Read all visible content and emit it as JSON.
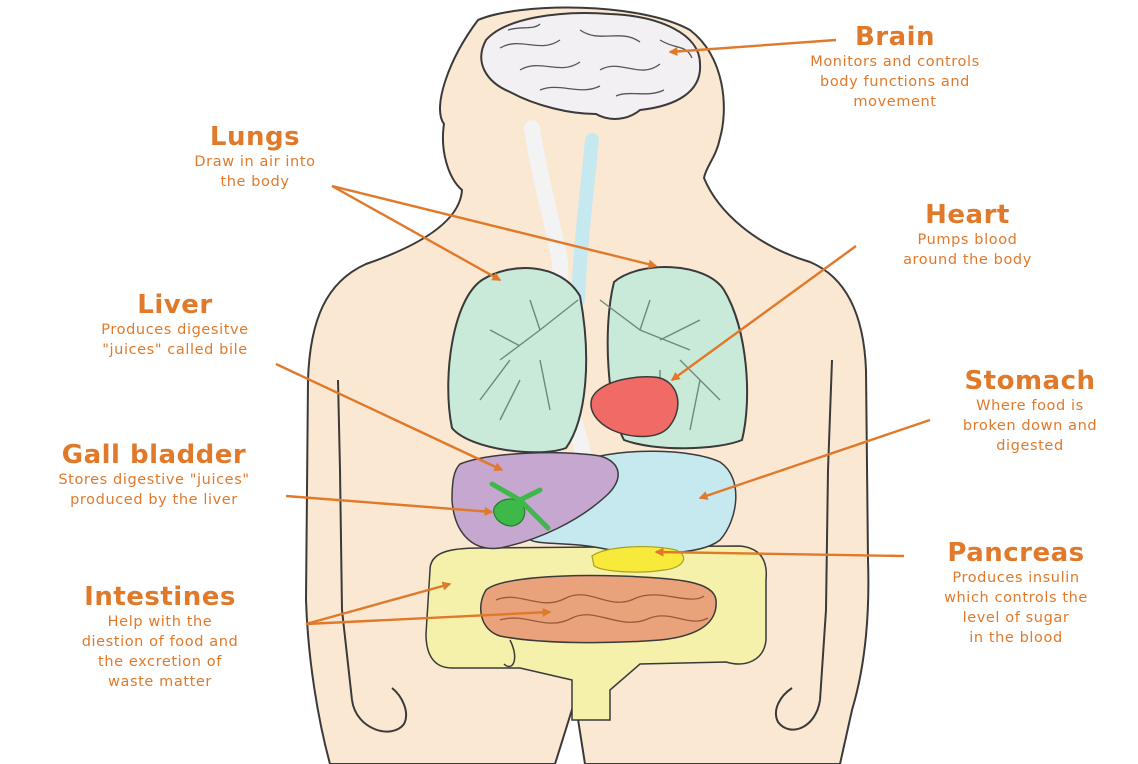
{
  "colors": {
    "label": "#e0792a",
    "arrow": "#e0792a",
    "skin": "#fbe8d2",
    "outline": "#3a3a3a",
    "brain": "#f3f0f3",
    "lungs": "#c9ead9",
    "heart": "#f06a66",
    "liver": "#c5a7d0",
    "stomach": "#c6e9f0",
    "gall_bladder": "#3fb84a",
    "pancreas": "#f7ea3a",
    "large_intestine": "#f5f1ab",
    "small_intestine": "#e9a27a",
    "trachea": "#c6e9f0"
  },
  "labels": {
    "brain": {
      "title": "Brain",
      "desc": [
        "Monitors and controls",
        "body functions and",
        "movement"
      ]
    },
    "lungs": {
      "title": "Lungs",
      "desc": [
        "Draw in air into",
        "the body"
      ]
    },
    "heart": {
      "title": "Heart",
      "desc": [
        "Pumps blood",
        "around the body"
      ]
    },
    "liver": {
      "title": "Liver",
      "desc": [
        "Produces digesitve",
        "\"juices\" called bile"
      ]
    },
    "stomach": {
      "title": "Stomach",
      "desc": [
        "Where food is",
        "broken down and",
        "digested"
      ]
    },
    "gall_bladder": {
      "title": "Gall bladder",
      "desc": [
        "Stores digestive \"juices\"",
        "produced by the liver"
      ]
    },
    "pancreas": {
      "title": "Pancreas",
      "desc": [
        "Produces insulin",
        "which controls the",
        "level of sugar",
        "in the blood"
      ]
    },
    "intestines": {
      "title": "Intestines",
      "desc": [
        "Help with the",
        "diestion of food and",
        "the excretion of",
        "waste matter"
      ]
    }
  }
}
